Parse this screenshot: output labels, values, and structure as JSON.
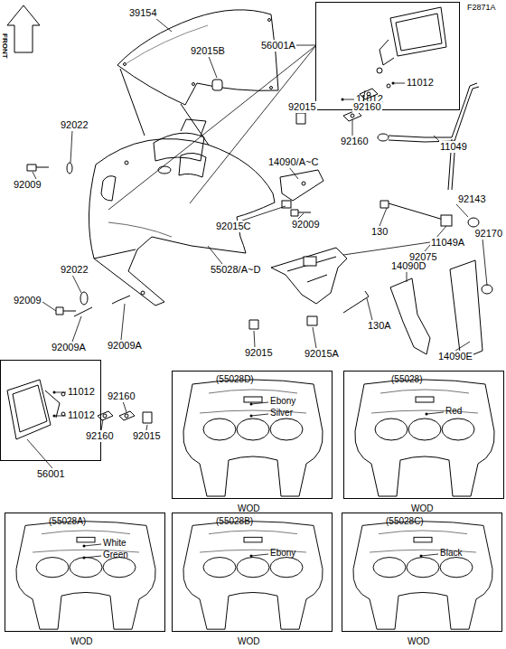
{
  "diagram": {
    "nodes": [
      {
        "text": [
          "11012",
          "11012"
        ]
      },
      {
        "text": [
          "11012",
          "11012"
        ]
      },
      {
        "text": [
          "(55028D)",
          "Ebony",
          "Silver",
          "WOD"
        ]
      },
      {
        "text": [
          "(55028)",
          "Red",
          "WOD"
        ]
      },
      {
        "text": [
          "(55028A)",
          "White",
          "Green",
          "WOD"
        ]
      },
      {
        "text": [
          "(55028B)",
          "Ebony",
          "WOD"
        ]
      },
      {
        "text": [
          "(55028C)",
          "Black",
          "WOD"
        ]
      }
    ],
    "labels": [
      "F2871A",
      "FRONT",
      "39154",
      "92015B",
      "56001A",
      "92015",
      "92160",
      "92160",
      "11049",
      "92022",
      "92009",
      "14090/A~C",
      "92015C",
      "92009",
      "130",
      "92143",
      "92075",
      "92170",
      "11049A",
      "14090D",
      "55028/A~D",
      "92022",
      "92009",
      "92009A",
      "92009A",
      "92015",
      "92015A",
      "130A",
      "14090E",
      "92160",
      "92160",
      "92015",
      "56001"
    ]
  }
}
